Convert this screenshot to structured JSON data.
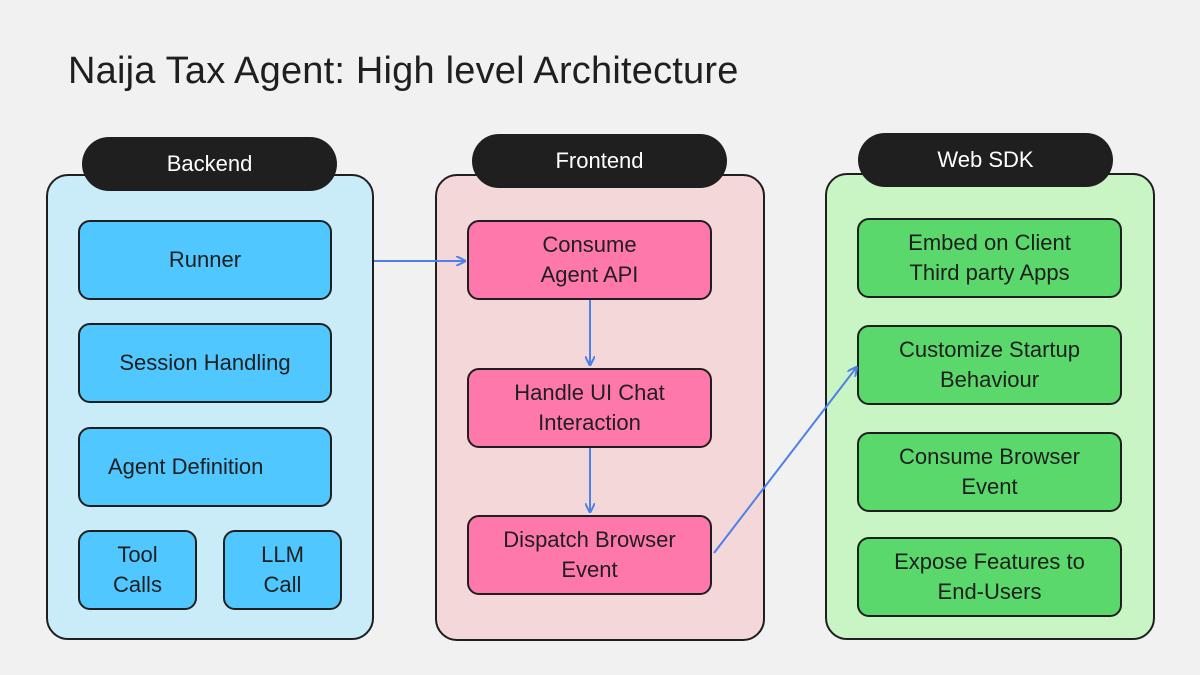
{
  "title": "Naija Tax Agent: High level Architecture",
  "columns": {
    "backend": {
      "label": "Backend",
      "items": [
        "Runner",
        "Session Handling",
        "Agent Definition",
        "Tool\nCalls",
        "LLM\nCall"
      ]
    },
    "frontend": {
      "label": "Frontend",
      "items": [
        "Consume\nAgent API",
        "Handle UI Chat\nInteraction",
        "Dispatch Browser\nEvent"
      ]
    },
    "web_sdk": {
      "label": "Web SDK",
      "items": [
        "Embed on Client\nThird party Apps",
        "Customize Startup\nBehaviour",
        "Consume Browser\nEvent",
        "Expose Features to\nEnd-Users"
      ]
    }
  },
  "colors": {
    "background": "#f1f1f1",
    "backend_panel": "#c9ecf8",
    "backend_box": "#50c7ff",
    "frontend_panel": "#f4d7d9",
    "frontend_box": "#ff78ac",
    "sdk_panel": "#c9f5c5",
    "sdk_box": "#5ad86b",
    "arrow": "#4f7fe8",
    "header": "#1f1f1f"
  },
  "connections": [
    {
      "from": "Runner",
      "to": "Consume Agent API"
    },
    {
      "from": "Consume Agent API",
      "to": "Handle UI Chat Interaction"
    },
    {
      "from": "Handle UI Chat Interaction",
      "to": "Dispatch Browser Event"
    },
    {
      "from": "Dispatch Browser Event",
      "to": "Customize Startup Behaviour"
    }
  ]
}
